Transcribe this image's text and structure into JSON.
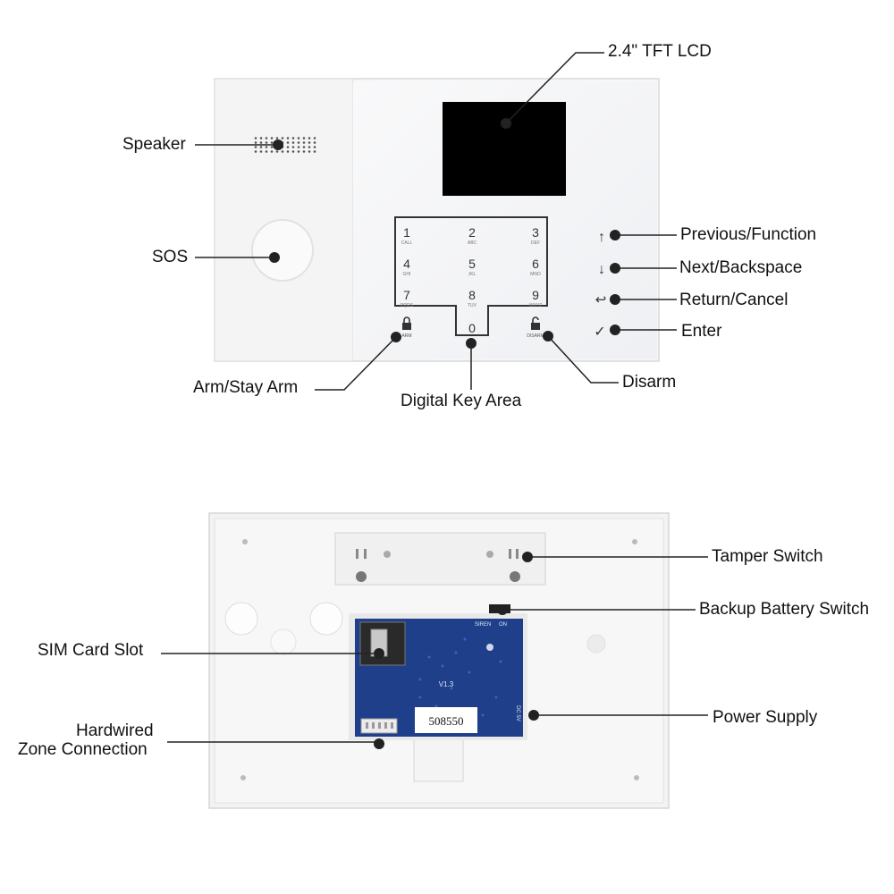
{
  "front_labels": {
    "lcd": "2.4\" TFT LCD",
    "speaker": "Speaker",
    "sos": "SOS",
    "previous_function": "Previous/Function",
    "next_backspace": "Next/Backspace",
    "return_cancel": "Return/Cancel",
    "enter": "Enter",
    "arm_stay_arm": "Arm/Stay Arm",
    "digital_key_area": "Digital Key Area",
    "disarm": "Disarm"
  },
  "keypad": {
    "keys": [
      {
        "digit": "1",
        "letters": "CALL"
      },
      {
        "digit": "2",
        "letters": "ABC"
      },
      {
        "digit": "3",
        "letters": "DEF"
      },
      {
        "digit": "4",
        "letters": "GHI"
      },
      {
        "digit": "5",
        "letters": "JKL"
      },
      {
        "digit": "6",
        "letters": "MNO"
      },
      {
        "digit": "7",
        "letters": "PQRS"
      },
      {
        "digit": "8",
        "letters": "TUV"
      },
      {
        "digit": "9",
        "letters": "WXYZ"
      },
      {
        "digit": "0",
        "letters": ""
      }
    ],
    "arm_sub": "ARM",
    "disarm_sub": "DISARM",
    "side_keys": [
      {
        "icon": "up-arrow-icon",
        "glyph": "↑"
      },
      {
        "icon": "down-arrow-icon",
        "glyph": "↓"
      },
      {
        "icon": "return-arrow-icon",
        "glyph": "↩"
      },
      {
        "icon": "checkmark-icon",
        "glyph": "✓"
      }
    ]
  },
  "back_labels": {
    "tamper_switch": "Tamper Switch",
    "backup_battery_switch": "Backup Battery Switch",
    "sim_card_slot": "SIM Card Slot",
    "power_supply": "Power Supply",
    "hardwired_line1": "Hardwired",
    "hardwired_line2": "Zone Connection"
  },
  "pcb": {
    "serial_sticker": "508550",
    "version": "V1.3",
    "siren_label": "SIREN",
    "on_label": "ON",
    "dc_label": "DC 5V"
  },
  "colors": {
    "pcb_blue": "#1f3f8a",
    "device_white": "#f6f6f6",
    "lcd_black": "#000000"
  }
}
